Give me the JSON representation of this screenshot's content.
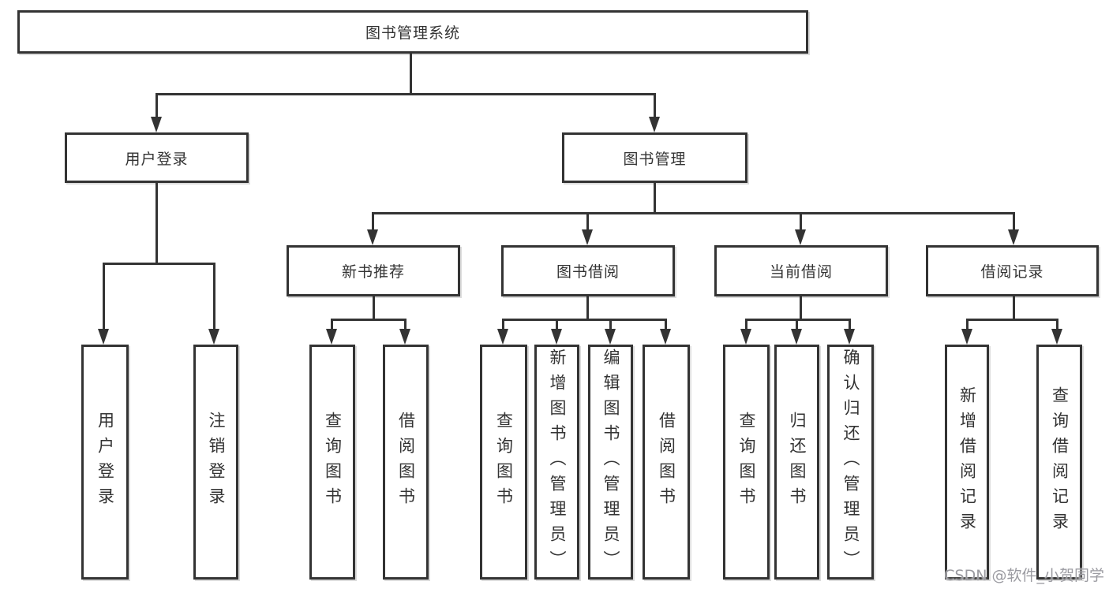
{
  "diagram": {
    "title": "图书管理系统",
    "hierarchy": [
      {
        "label": "用户登录",
        "children": [
          {
            "label": "用户登录"
          },
          {
            "label": "注销登录"
          }
        ]
      },
      {
        "label": "图书管理",
        "children": [
          {
            "label": "新书推荐",
            "children": [
              {
                "label": "查询图书"
              },
              {
                "label": "借阅图书"
              }
            ]
          },
          {
            "label": "图书借阅",
            "children": [
              {
                "label": "查询图书"
              },
              {
                "label": "新增图书（管理员）"
              },
              {
                "label": "编辑图书（管理员）"
              },
              {
                "label": "借阅图书"
              }
            ]
          },
          {
            "label": "当前借阅",
            "children": [
              {
                "label": "查询图书"
              },
              {
                "label": "归还图书"
              },
              {
                "label": "确认归还（管理员）"
              }
            ]
          },
          {
            "label": "借阅记录",
            "children": [
              {
                "label": "新增借阅记录"
              },
              {
                "label": "查询借阅记录"
              }
            ]
          }
        ]
      }
    ]
  },
  "icons": {
    "arrowhead": "triangle-down"
  },
  "watermark": {
    "text": "CSDN @软件_小贺同学"
  },
  "colors": {
    "line": "#333333",
    "box_border": "#333333",
    "box_background": "#ffffff",
    "text": "#333333",
    "watermark": "#9b9ba1",
    "page_background": "#ffffff"
  }
}
